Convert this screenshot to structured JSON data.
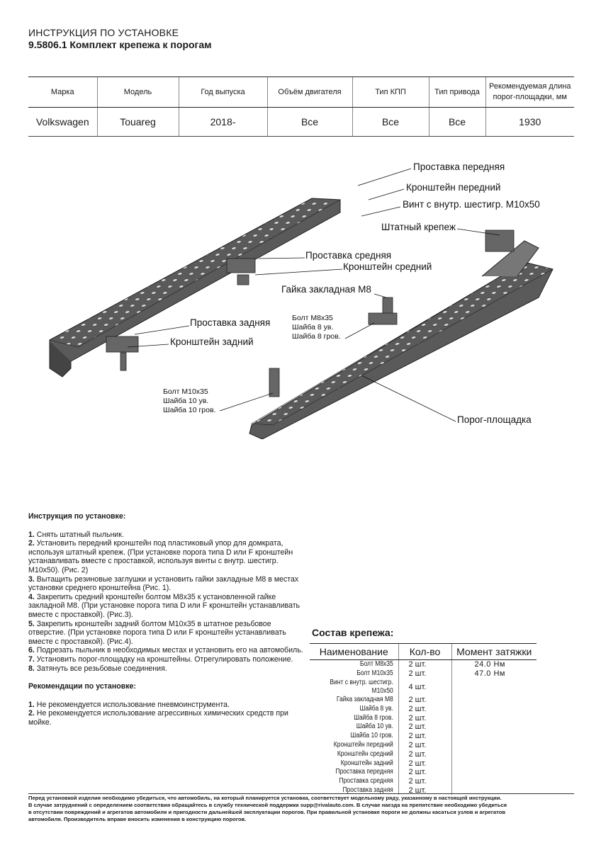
{
  "header": {
    "line1": "ИНСТРУКЦИЯ ПО УСТАНОВКЕ",
    "line2": "9.5806.1 Комплект крепежа к порогам"
  },
  "spec_table": {
    "headers": [
      "Марка",
      "Модель",
      "Год выпуска",
      "Объём двигателя",
      "Тип КПП",
      "Тип привода",
      "Рекомендуемая длина порог-площадки, мм"
    ],
    "values": [
      "Volkswagen",
      "Touareg",
      "2018-",
      "Все",
      "Все",
      "Все",
      "1930"
    ]
  },
  "diagram": {
    "labels": {
      "front_spacer": "Проставка передняя",
      "front_bracket": "Кронштейн передний",
      "hex_screw": "Винт с внутр. шестигр. M10x50",
      "stock_fastener": "Штатный крепеж",
      "middle_spacer": "Проставка средняя",
      "middle_bracket": "Кронштейн средний",
      "weld_nut": "Гайка закладная M8",
      "rear_spacer": "Проставка задняя",
      "rear_bracket": "Кронштейн задний",
      "step_board": "Порог-площадка"
    },
    "small_labels": {
      "m8": [
        "Болт M8x35",
        "Шайба 8 ув.",
        "Шайба 8 гров."
      ],
      "m10": [
        "Болт M10x35",
        "Шайба 10 ув.",
        "Шайба 10 гров."
      ]
    }
  },
  "instructions": {
    "title": "Инструкция по установке:",
    "steps": [
      {
        "num": "1.",
        "text": " Снять штатный пыльник."
      },
      {
        "num": "2.",
        "text": " Установить передний кронштейн под пластиковый упор для домкрата, используя штатный крепеж. (При установке порога типа D или F кронштейн устанавливать вместе с проставкой, используя винты с внутр. шестигр. M10x50). (Рис. 2)"
      },
      {
        "num": "3.",
        "text": " Вытащить резиновые заглушки и установить гайки закладные M8 в местах установки среднего кронштейна (Рис. 1)."
      },
      {
        "num": "4.",
        "text": " Закрепить средний кронштейн болтом M8x35 к установленной гайке закладной M8. (При установке порога типа D или F кронштейн устанавливать вместе с проставкой). (Рис.3)."
      },
      {
        "num": "5.",
        "text": " Закрепить кронштейн задний болтом M10x35 в штатное резьбовое отверстие. (При установке порога типа D или F кронштейн устанавливать вместе с проставкой). (Рис.4)."
      },
      {
        "num": "6.",
        "text": " Подрезать пыльник в необходимых местах и установить его на автомобиль."
      },
      {
        "num": "7.",
        "text": " Установить порог-площадку на кронштейны. Отрегулировать положение."
      },
      {
        "num": "8.",
        "text": " Затянуть все резьбовые соединения."
      }
    ],
    "rec_title": "Рекомендации по установке:",
    "recs": [
      {
        "num": "1.",
        "text": " Не рекомендуется использование пневмоинструмента."
      },
      {
        "num": "2.",
        "text": " Не рекомендуется использование агрессивных химических средств при мойке."
      }
    ]
  },
  "parts": {
    "title": "Состав крепежа:",
    "headers": [
      "Наименование",
      "Кол-во",
      "Момент затяжки"
    ],
    "rows": [
      {
        "name": "Болт M8x35",
        "qty": "2 шт.",
        "torque": "24.0 Нм"
      },
      {
        "name": "Болт M10x35",
        "qty": "2 шт.",
        "torque": "47.0 Нм"
      },
      {
        "name": "Винт с внутр. шестигр. M10x50",
        "qty": "4 шт.",
        "torque": ""
      },
      {
        "name": "Гайка закладная M8",
        "qty": "2 шт.",
        "torque": ""
      },
      {
        "name": "Шайба 8 ув.",
        "qty": "2 шт.",
        "torque": ""
      },
      {
        "name": "Шайба 8 гров.",
        "qty": "2 шт.",
        "torque": ""
      },
      {
        "name": "Шайба 10 ув.",
        "qty": "2 шт.",
        "torque": ""
      },
      {
        "name": "Шайба 10 гров.",
        "qty": "2 шт.",
        "torque": ""
      },
      {
        "name": "Кронштейн передний",
        "qty": "2 шт.",
        "torque": ""
      },
      {
        "name": "Кронштейн средний",
        "qty": "2 шт.",
        "torque": ""
      },
      {
        "name": "Кронштейн задний",
        "qty": "2 шт.",
        "torque": ""
      },
      {
        "name": "Проставка передняя",
        "qty": "2 шт.",
        "torque": ""
      },
      {
        "name": "Проставка средняя",
        "qty": "2 шт.",
        "torque": ""
      },
      {
        "name": "Проставка задняя",
        "qty": "2 шт.",
        "torque": ""
      }
    ]
  },
  "footer": {
    "line1": "Перед установкой изделия необходимо убедиться, что автомобиль, на который планируется установка, соответствует модельному ряду, указанному в настоящей инструкции.",
    "line2": "В случае затруднений с определением соответствия обращайтесь в службу технической поддержки supp@rivalauto.com. В случае наезда на препятствие необходимо убедиться",
    "line3": "в отсутствии повреждений и агрегатов автомобиля и пригодности дальнейшей эксплуатации порогов. При правильной установке пороги не должны касаться узлов и агрегатов",
    "line4": "автомобиля. Производитель вправе вносить изменения в конструкцию порогов."
  }
}
